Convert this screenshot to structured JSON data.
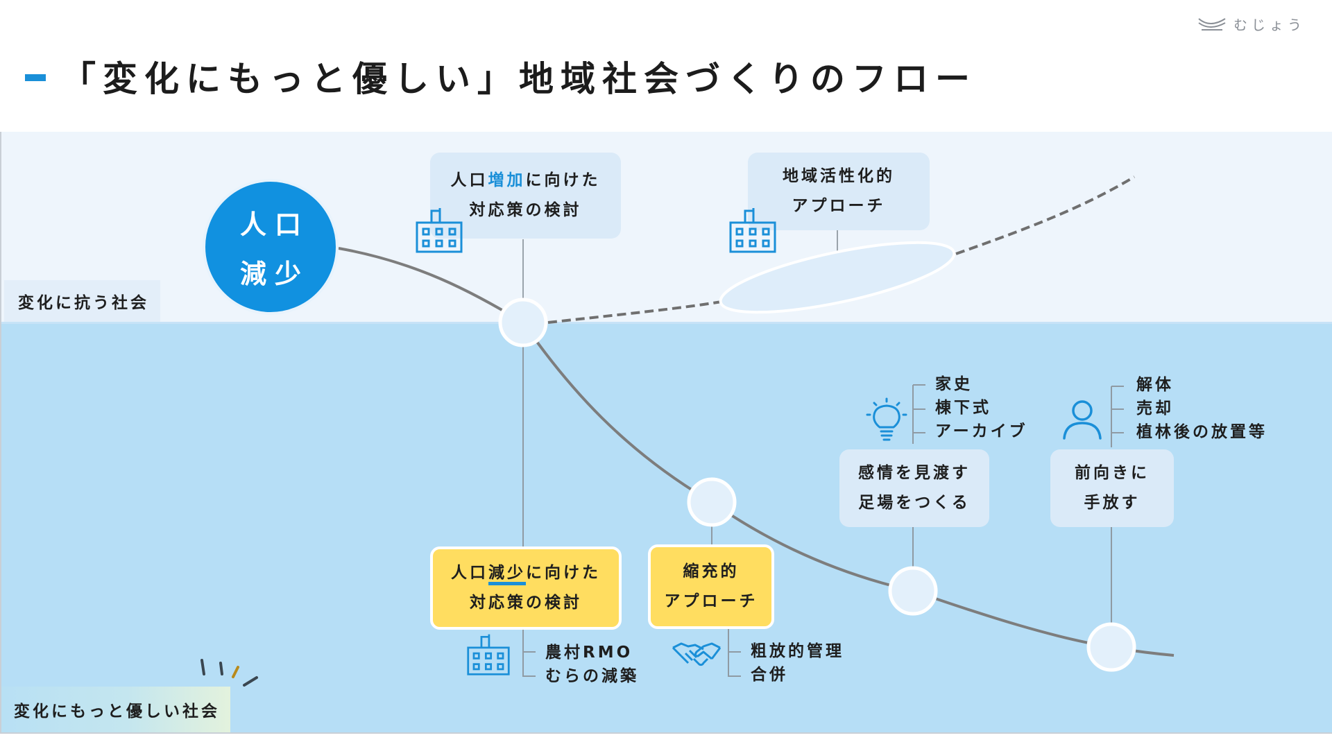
{
  "brand": {
    "logo_icon": "mujou-logo-icon",
    "name": "むじょう"
  },
  "title": "「変化にもっと優しい」地域社会づくりのフロー",
  "zones": {
    "top_label": "変化に抗う社会",
    "bottom_label": "変化にもっと優しい社会"
  },
  "start_node": {
    "line1": "人口",
    "line2": "減少"
  },
  "boxes": {
    "increase": {
      "line1_pre": "人口",
      "line1_hl": "増加",
      "line1_post": "に向けた",
      "line2": "対応策の検討",
      "icon": "building-icon"
    },
    "revital": {
      "line1": "地域活性化的",
      "line2": "アプローチ",
      "icon": "building-icon"
    },
    "decrease": {
      "line1_pre": "人口",
      "line1_ul": "減少",
      "line1_post": "に向けた",
      "line2": "対応策の検討",
      "icon": "building-icon"
    },
    "shrink": {
      "line1": "縮充的",
      "line2": "アプローチ",
      "icon": "handshake-icon"
    },
    "emotion": {
      "line1": "感情を見渡す",
      "line2": "足場をつくる",
      "icon": "lightbulb-icon"
    },
    "letgo": {
      "line1": "前向きに",
      "line2": "手放す",
      "icon": "person-icon"
    }
  },
  "lists": {
    "decrease": [
      "農村RMO",
      "むらの減築"
    ],
    "shrink": [
      "粗放的管理",
      "合併"
    ],
    "emotion": [
      "家史",
      "棟下式",
      "アーカイブ"
    ],
    "letgo": [
      "解体",
      "売却",
      "植林後の放置等"
    ]
  },
  "colors": {
    "accent": "#1a8fd8",
    "node_blue": "#1191e0",
    "highlight_yellow": "#ffdd60",
    "lower_zone": "#b6def6",
    "upper_zone": "#eef5fc"
  }
}
